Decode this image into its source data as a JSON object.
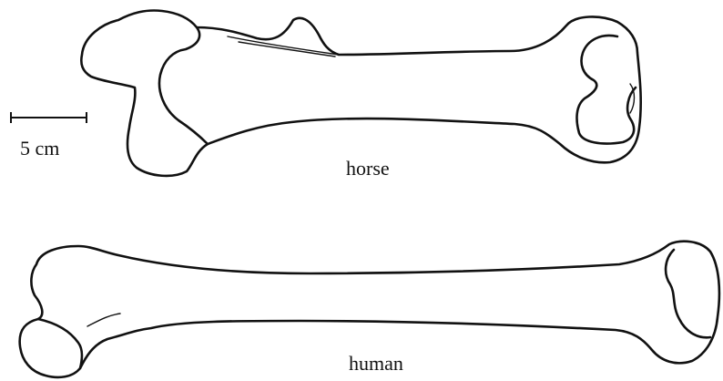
{
  "labels": {
    "top_bone": "horse",
    "bottom_bone": "human",
    "scale_bar": "5 cm"
  },
  "colors": {
    "stroke": "#111111",
    "background": "#ffffff"
  }
}
